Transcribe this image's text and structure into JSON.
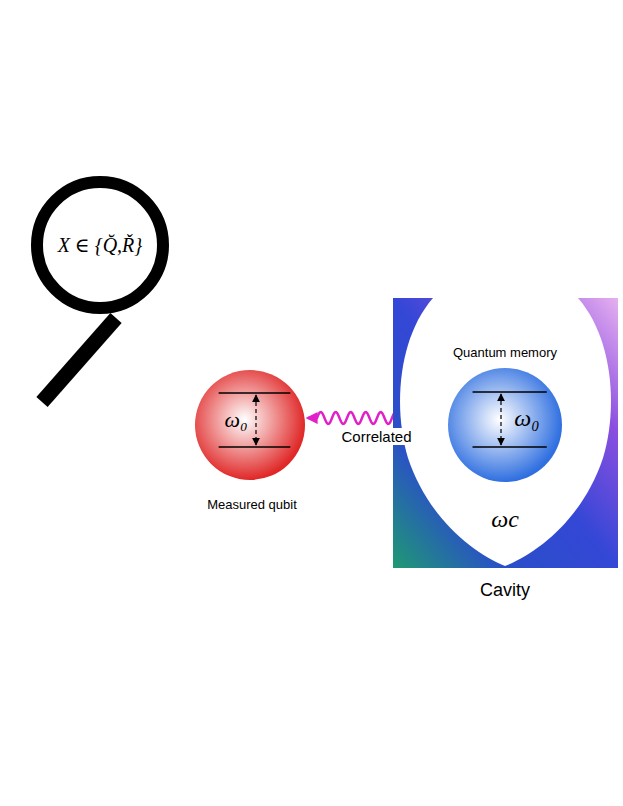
{
  "diagram": {
    "nodes": [
      {
        "text": [
          "X ∈ {Q̆,Ř}"
        ]
      },
      {
        "text": [
          "ω₀",
          "Measured qubit"
        ]
      },
      {
        "text": [
          "ωc",
          "Cavity"
        ]
      },
      {
        "text": [
          "Quantum memory",
          "ω₀"
        ],
        "in": 2
      }
    ],
    "edges": [
      {
        "from": 1,
        "to": 3,
        "arrow": "both",
        "label": "Correlated"
      }
    ]
  }
}
